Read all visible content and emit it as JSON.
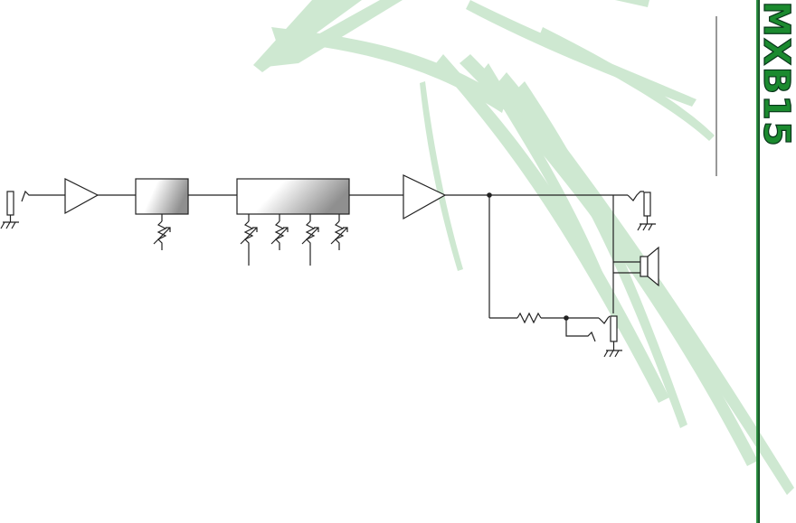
{
  "brand": {
    "logo_text": "MXB15",
    "accent_color": "#2e9e48",
    "dark_color": "#0c3a1d",
    "swoosh_color": "#c9e6cd"
  },
  "diagram": {
    "blocks": [
      {
        "id": "input-jack",
        "kind": "jack"
      },
      {
        "id": "preamp",
        "kind": "amplifier"
      },
      {
        "id": "gain-module",
        "kind": "module",
        "pots": 1
      },
      {
        "id": "eq-module",
        "kind": "module",
        "pots": 4
      },
      {
        "id": "power-amp",
        "kind": "amplifier"
      },
      {
        "id": "line-out-jack",
        "kind": "jack"
      },
      {
        "id": "speaker",
        "kind": "speaker"
      },
      {
        "id": "headphone-resistor",
        "kind": "resistor"
      },
      {
        "id": "headphone-jack",
        "kind": "jack"
      }
    ]
  }
}
